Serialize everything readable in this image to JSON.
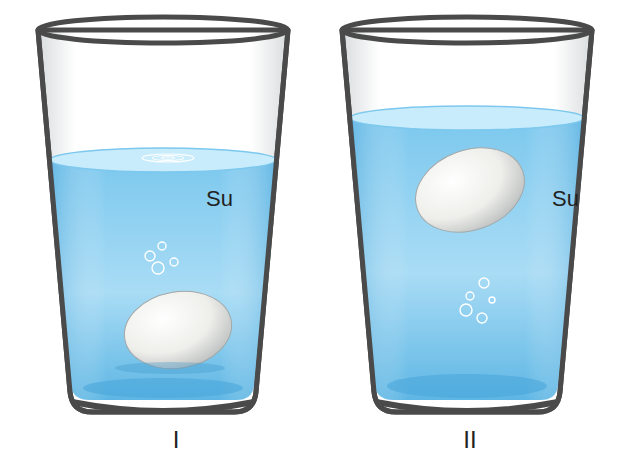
{
  "diagram": {
    "labels": [
      "Su",
      "Su",
      "I",
      "II"
    ]
  }
}
